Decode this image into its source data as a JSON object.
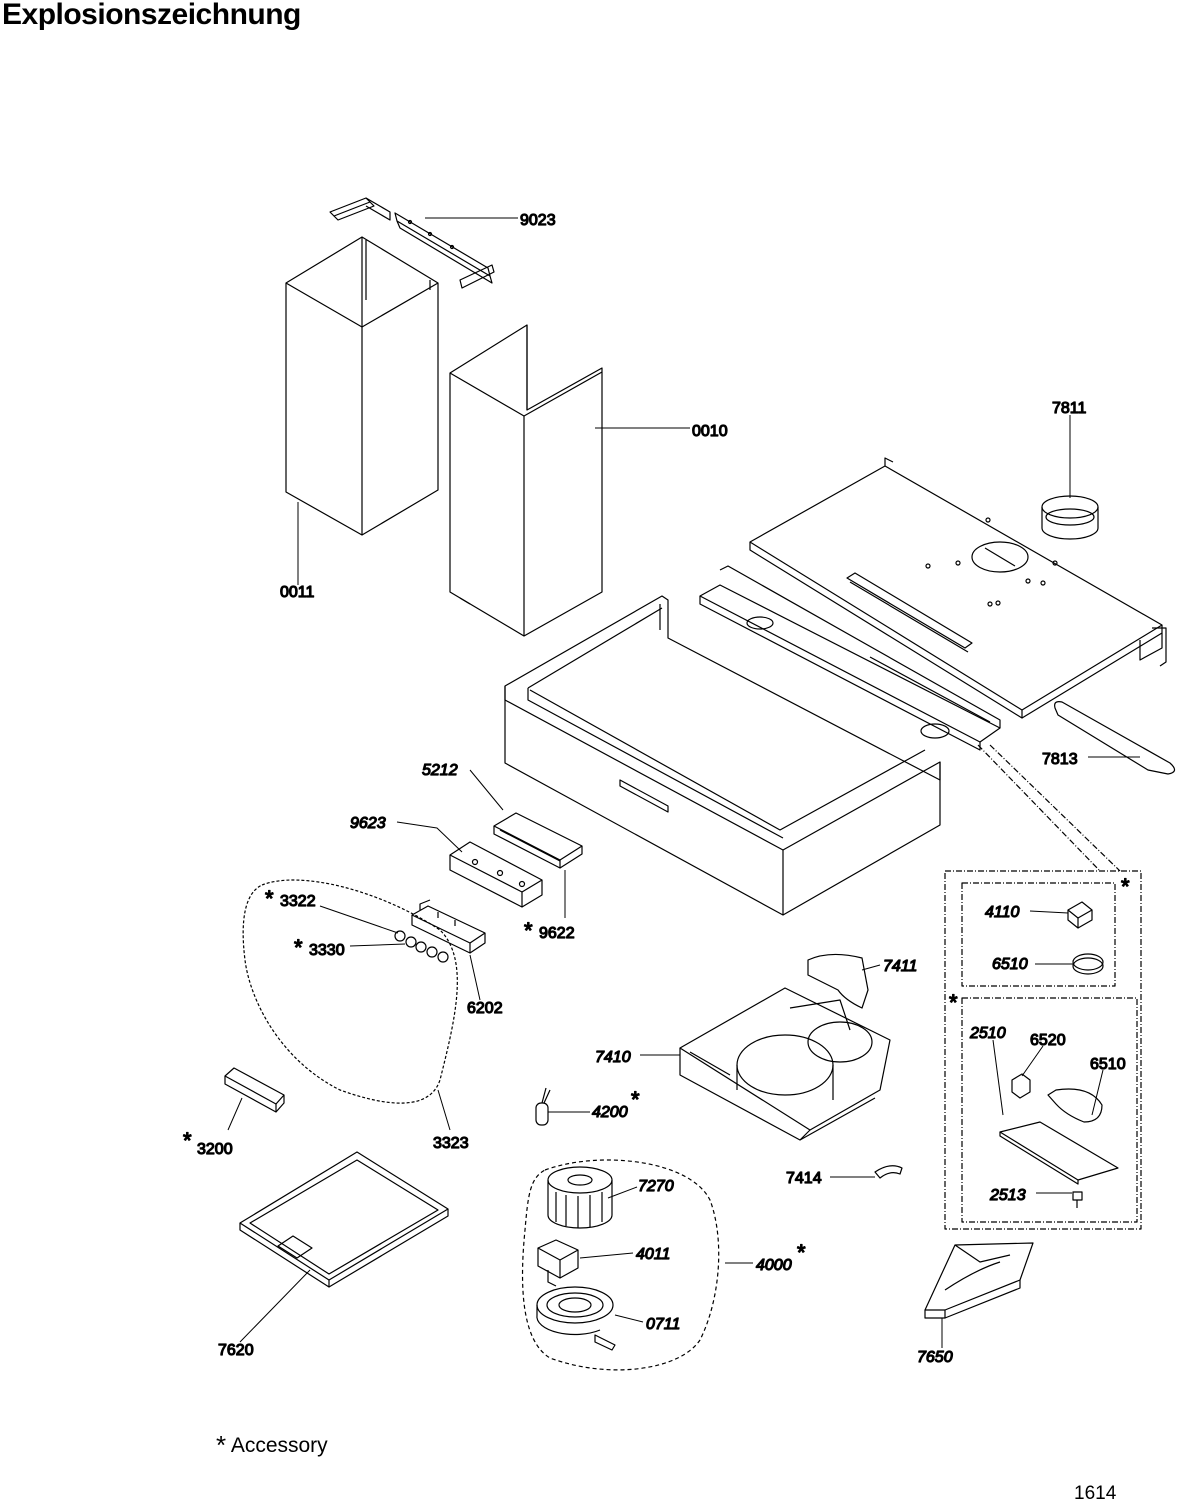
{
  "title": "Explosionszeichnung",
  "footnote": {
    "marker": "*",
    "text": "Accessory"
  },
  "page_number": "1614",
  "parts": [
    {
      "id": "p9023",
      "number": "9023",
      "accessory": false
    },
    {
      "id": "p0010",
      "number": "0010",
      "accessory": false
    },
    {
      "id": "p7811",
      "number": "7811",
      "accessory": false
    },
    {
      "id": "p0011",
      "number": "0011",
      "accessory": false
    },
    {
      "id": "p7813",
      "number": "7813",
      "accessory": false
    },
    {
      "id": "p5212",
      "number": "5212",
      "accessory": false
    },
    {
      "id": "p9623",
      "number": "9623",
      "accessory": false
    },
    {
      "id": "p3322",
      "number": "3322",
      "accessory": true
    },
    {
      "id": "p9622",
      "number": "9622",
      "accessory": true
    },
    {
      "id": "p3330",
      "number": "3330",
      "accessory": true
    },
    {
      "id": "p4110",
      "number": "4110",
      "accessory": false
    },
    {
      "id": "p6510a",
      "number": "6510",
      "accessory": false
    },
    {
      "id": "p7411",
      "number": "7411",
      "accessory": false
    },
    {
      "id": "p6202",
      "number": "6202",
      "accessory": false
    },
    {
      "id": "p2510",
      "number": "2510",
      "accessory": false
    },
    {
      "id": "p6520",
      "number": "6520",
      "accessory": false
    },
    {
      "id": "p6510b",
      "number": "6510",
      "accessory": false
    },
    {
      "id": "p7410",
      "number": "7410",
      "accessory": false
    },
    {
      "id": "p4200",
      "number": "4200",
      "accessory": true
    },
    {
      "id": "p3200",
      "number": "3200",
      "accessory": true
    },
    {
      "id": "p3323",
      "number": "3323",
      "accessory": false
    },
    {
      "id": "p7270",
      "number": "7270",
      "accessory": false
    },
    {
      "id": "p7414",
      "number": "7414",
      "accessory": false
    },
    {
      "id": "p2513",
      "number": "2513",
      "accessory": false
    },
    {
      "id": "p4011",
      "number": "4011",
      "accessory": false
    },
    {
      "id": "p4000",
      "number": "4000",
      "accessory": true
    },
    {
      "id": "p0711",
      "number": "0711",
      "accessory": false
    },
    {
      "id": "p7620",
      "number": "7620",
      "accessory": false
    },
    {
      "id": "p7650",
      "number": "7650",
      "accessory": false
    }
  ],
  "group_markers": {
    "box_outer": "*",
    "box_filter": "*",
    "box_light": "*"
  }
}
